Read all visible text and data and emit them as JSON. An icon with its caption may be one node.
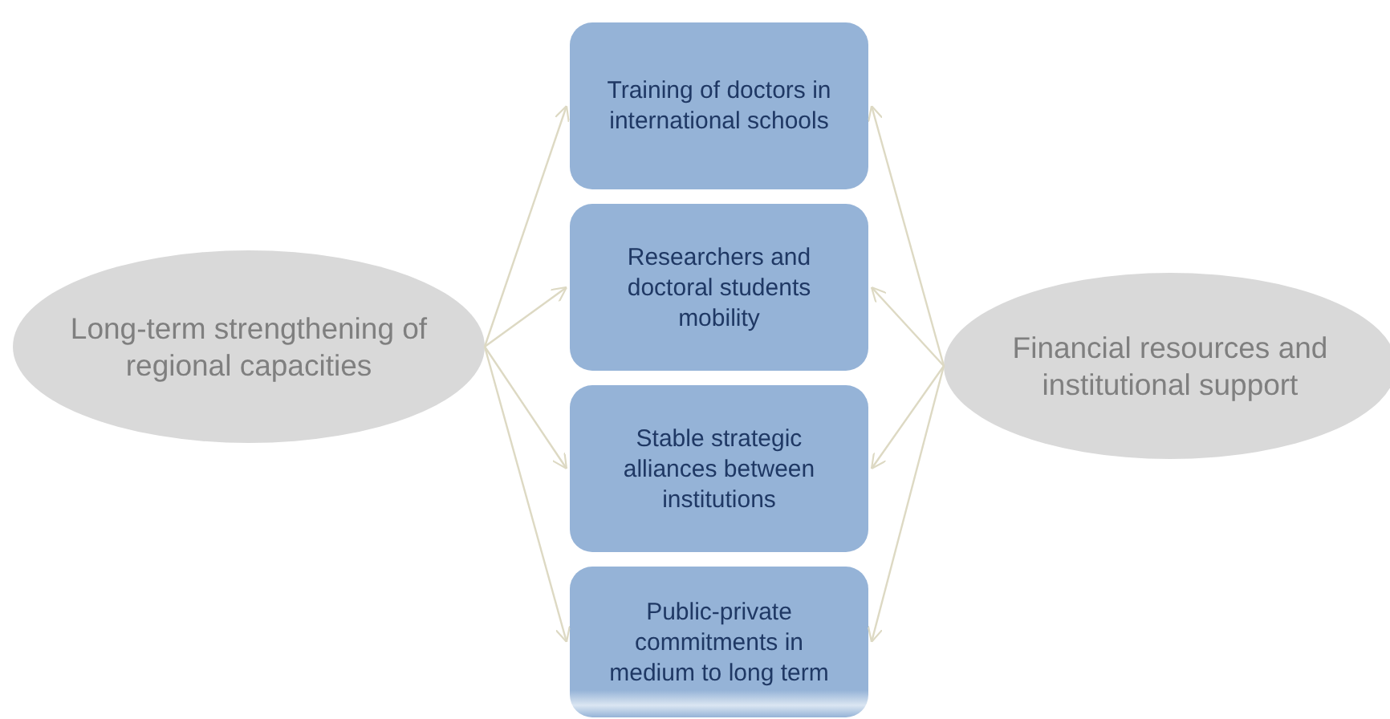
{
  "diagram": {
    "nodes": [
      {
        "text": [
          "Long-term strengthening of regional capacities"
        ]
      },
      {
        "text": [
          "Training of doctors in international schools"
        ]
      },
      {
        "text": [
          "Researchers and doctoral students mobility"
        ]
      },
      {
        "text": [
          "Stable strategic alliances between institutions"
        ]
      },
      {
        "text": [
          "Public-private commitments in medium to long term"
        ]
      },
      {
        "text": [
          "Financial resources and institutional support"
        ]
      }
    ],
    "edges": [
      {
        "from": 0,
        "to": 1,
        "arrow": "to"
      },
      {
        "from": 0,
        "to": 2,
        "arrow": "to"
      },
      {
        "from": 0,
        "to": 3,
        "arrow": "to"
      },
      {
        "from": 0,
        "to": 4,
        "arrow": "to"
      },
      {
        "from": 5,
        "to": 1,
        "arrow": "to"
      },
      {
        "from": 5,
        "to": 2,
        "arrow": "to"
      },
      {
        "from": 5,
        "to": 3,
        "arrow": "to"
      },
      {
        "from": 5,
        "to": 4,
        "arrow": "to"
      }
    ]
  }
}
